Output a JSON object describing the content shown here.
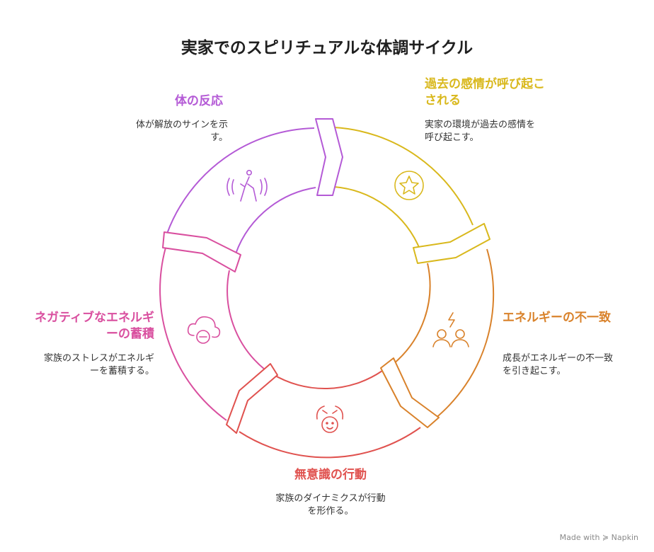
{
  "title": "実家でのスピリチュアルな体調サイクル",
  "stages": {
    "body_reaction": {
      "title": "体の反応",
      "desc": "体が解放のサインを示す。",
      "color": "#b45ad6",
      "icon": "person-walking-with-waves-icon"
    },
    "past_emotions": {
      "title": "過去の感情が呼び起こされる",
      "desc": "実家の環境が過去の感情を呼び起こす。",
      "color": "#d9b81c",
      "icon": "star-circle-icon"
    },
    "energy_imbalance": {
      "title": "エネルギーの不一致",
      "desc": "成長がエネルギーの不一致を引き起こす。",
      "color": "#d9822b",
      "icon": "two-people-lightning-icon"
    },
    "unconscious_action": {
      "title": "無意識の行動",
      "desc": "家族のダイナミクスが行動を形作る。",
      "color": "#e0524f",
      "icon": "face-with-hands-icon"
    },
    "negative_energy": {
      "title": "ネガティブなエネルギーの蓄積",
      "desc": "家族のストレスがエネルギーを蓄積する。",
      "color": "#d94f9f",
      "icon": "cloud-minus-icon"
    }
  },
  "footer": "Made with ≽ Napkin"
}
